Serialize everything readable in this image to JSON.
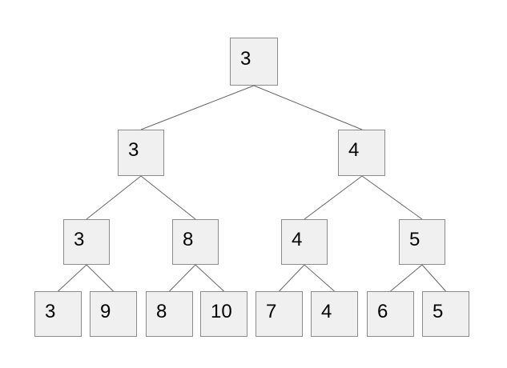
{
  "diagram": {
    "type": "binary-tree",
    "levels": [
      [
        "3"
      ],
      [
        "3",
        "4"
      ],
      [
        "3",
        "8",
        "4",
        "5"
      ],
      [
        "3",
        "9",
        "8",
        "10",
        "7",
        "4",
        "6",
        "5"
      ]
    ],
    "colors": {
      "background": "#ffffff",
      "node_fill": "#f0f0f0",
      "node_border": "#8c8c8c",
      "edge": "#666666",
      "text": "#000000"
    }
  }
}
